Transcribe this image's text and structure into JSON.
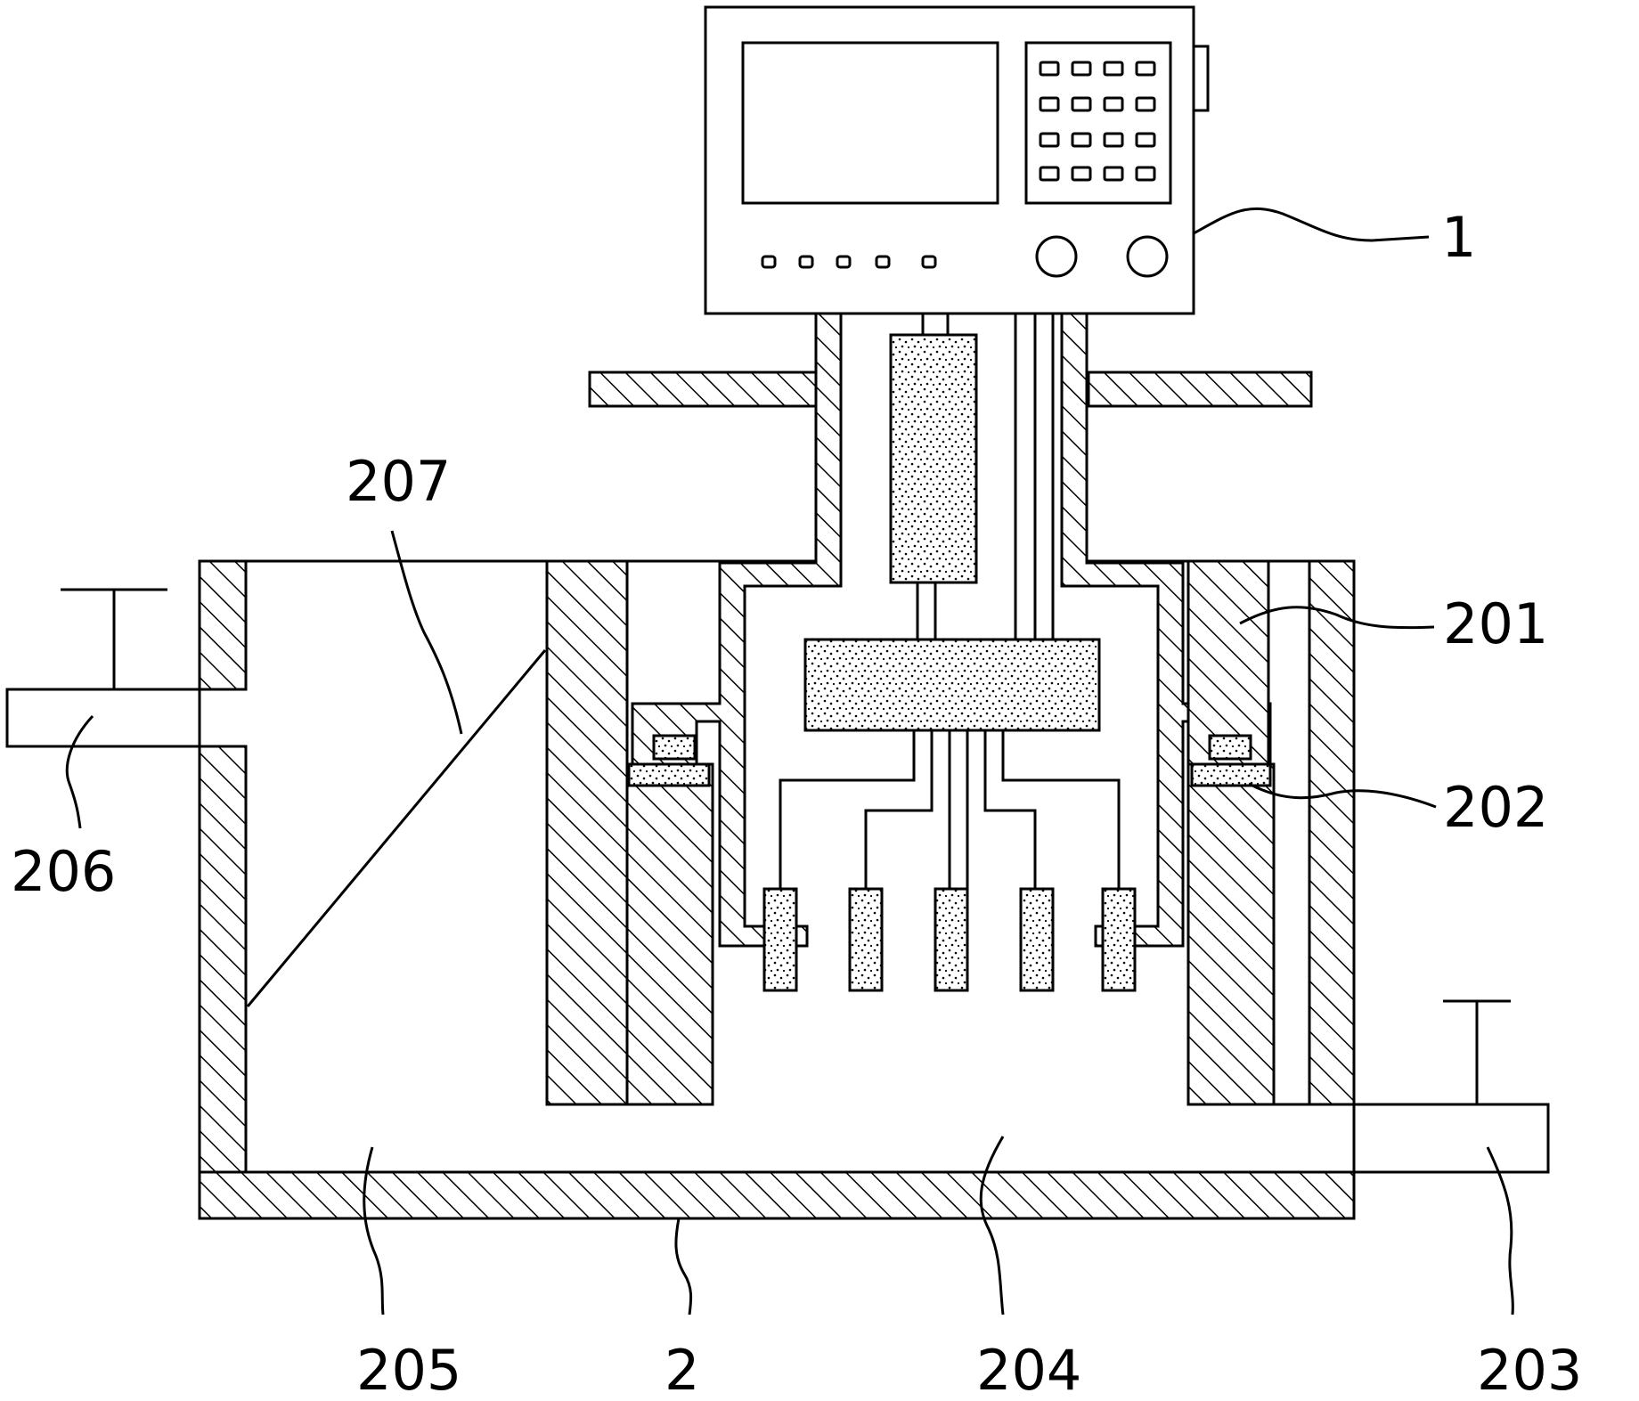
{
  "labels": {
    "l1": "1",
    "l2": "2",
    "l201": "201",
    "l202": "202",
    "l203": "203",
    "l204": "204",
    "l205": "205",
    "l206": "206",
    "l207": "207"
  }
}
